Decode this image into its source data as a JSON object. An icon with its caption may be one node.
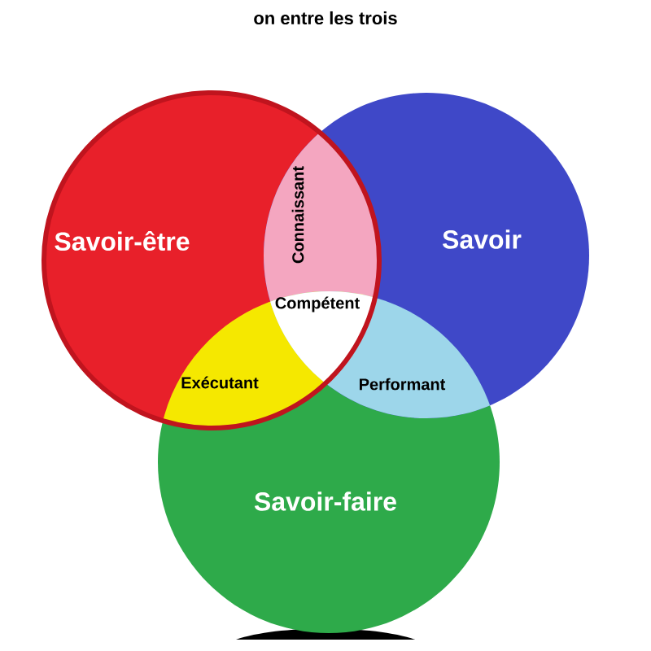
{
  "diagram": {
    "title": "on entre les trois",
    "nodes": [
      {
        "text": [
          "Savoir-être"
        ]
      },
      {
        "text": [
          "Savoir"
        ]
      },
      {
        "text": [
          "Savoir-faire"
        ]
      },
      {
        "text": [
          "Connaissant"
        ]
      },
      {
        "text": [
          "Compétent"
        ]
      },
      {
        "text": [
          "Exécutant"
        ]
      },
      {
        "text": [
          "Performant"
        ]
      }
    ]
  }
}
